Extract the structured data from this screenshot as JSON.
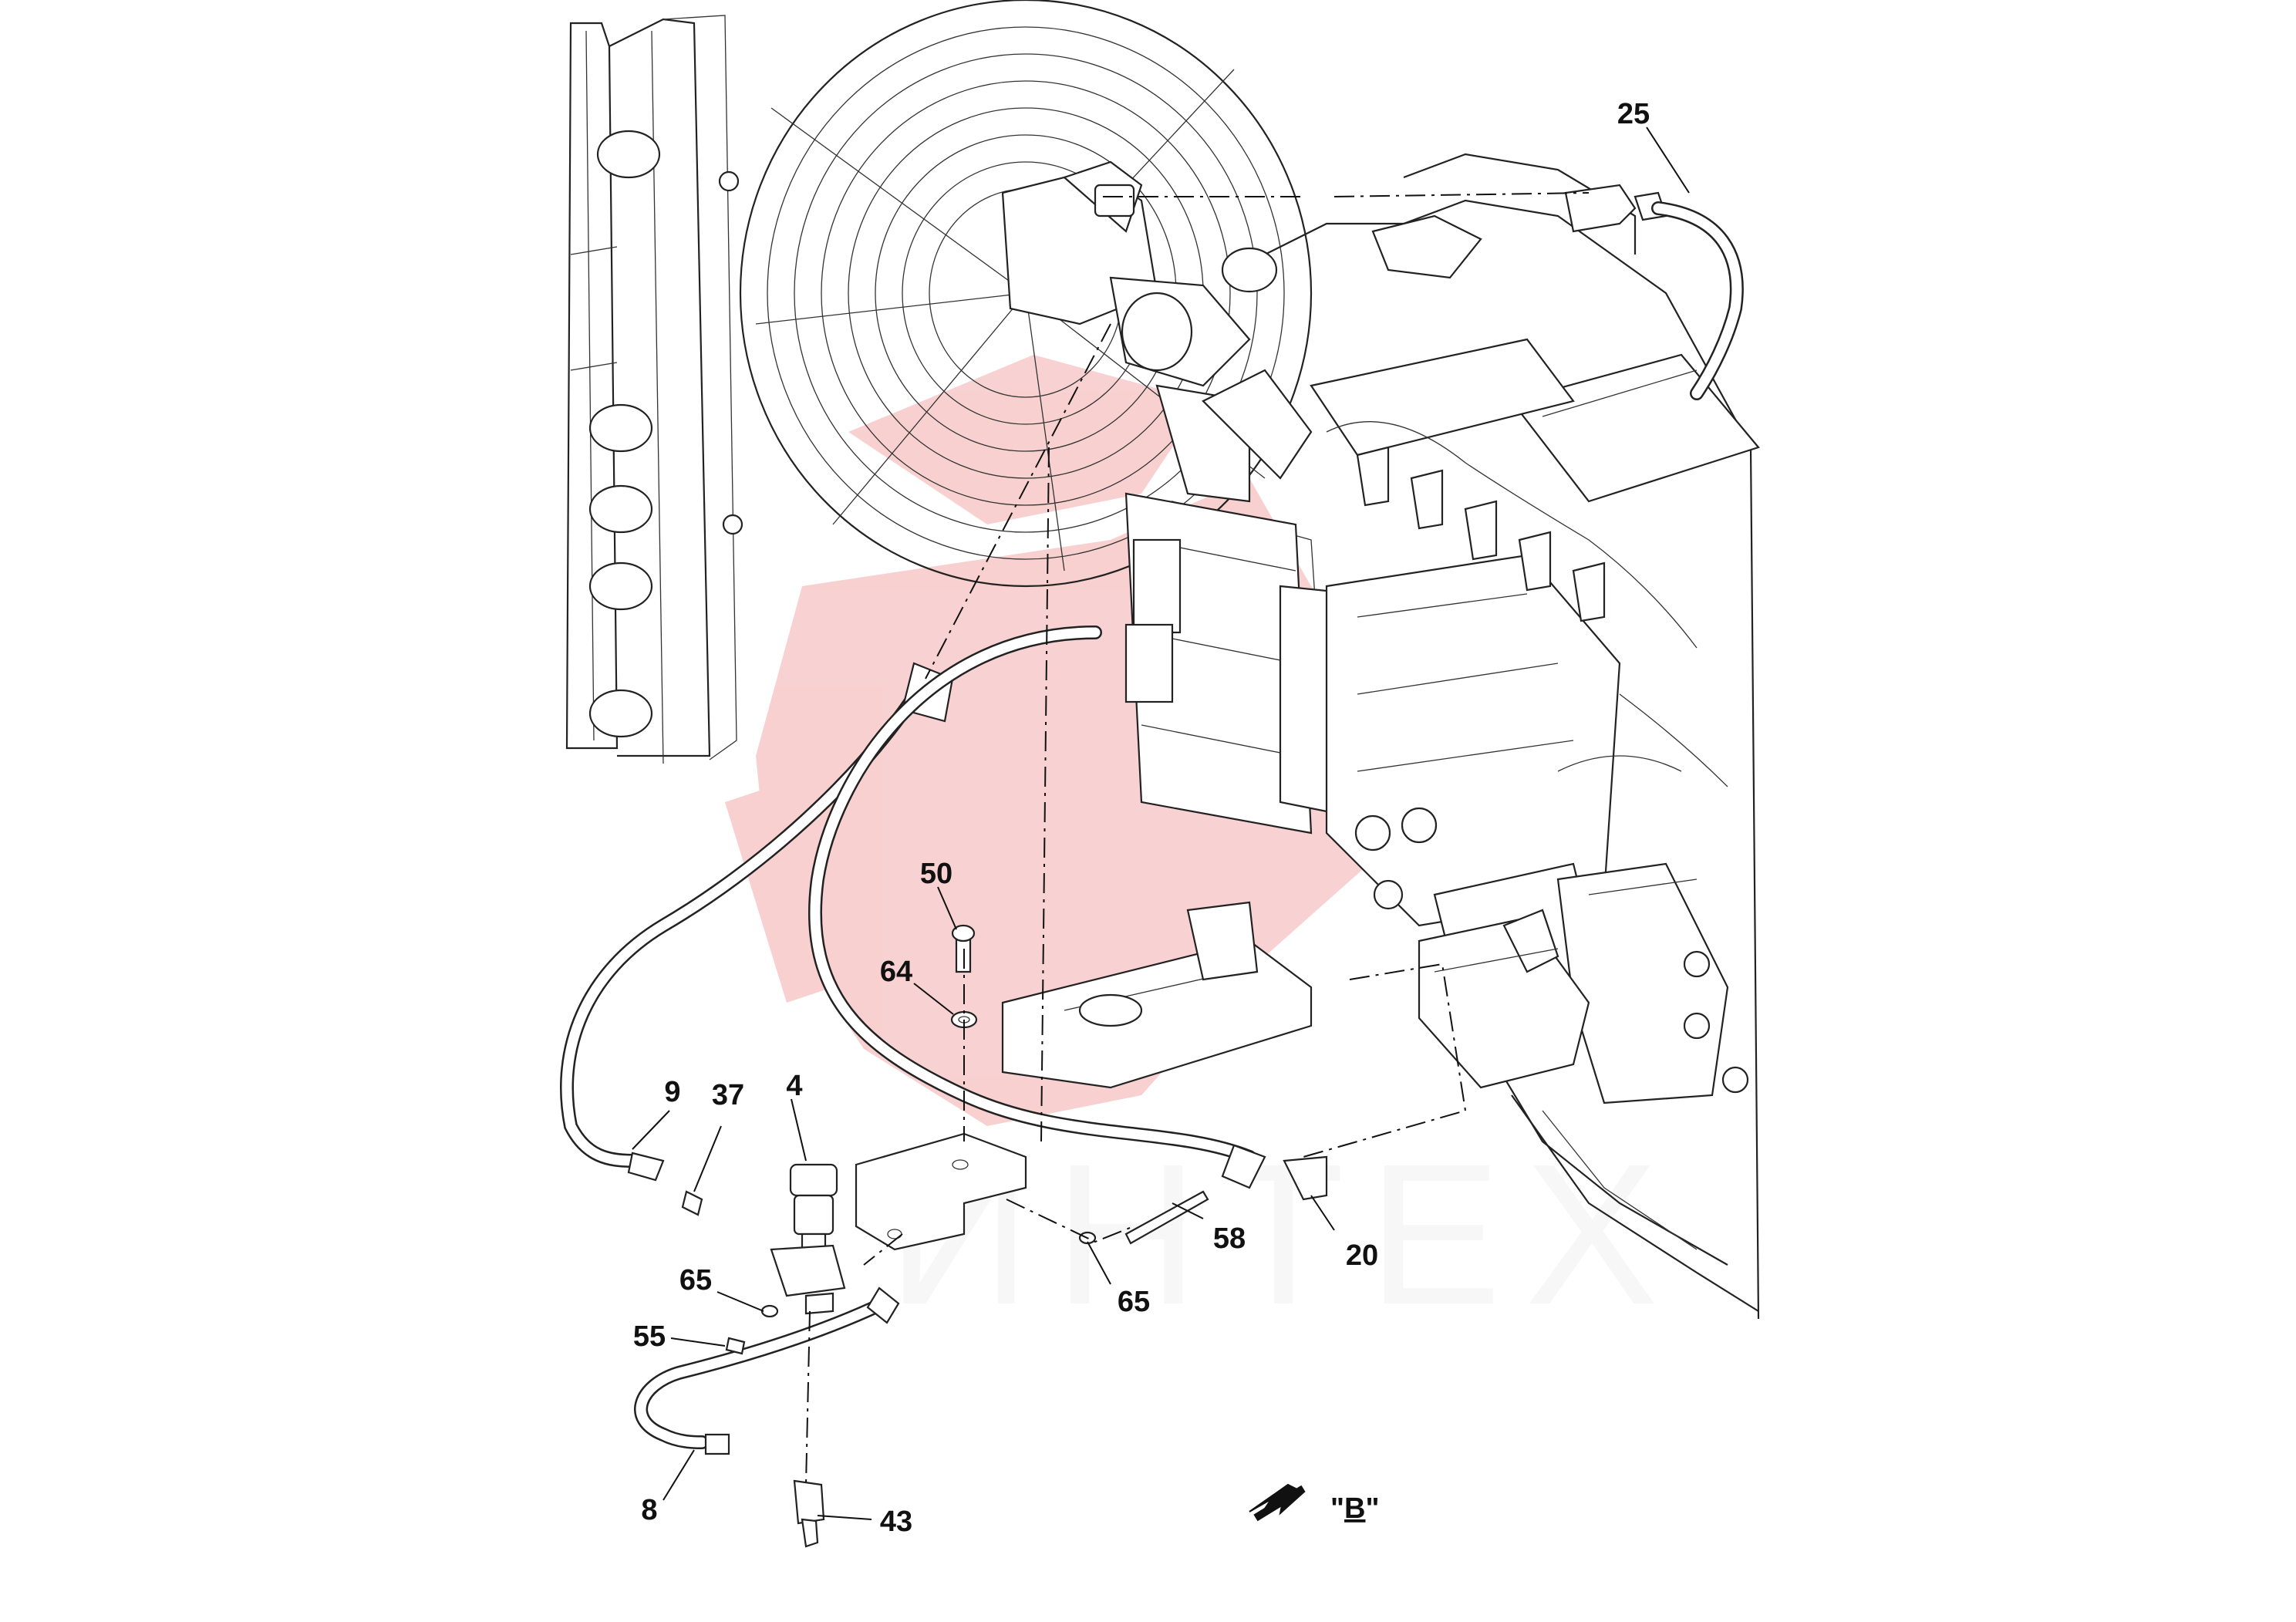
{
  "diagram": {
    "callouts": [
      {
        "id": "25",
        "label": "25"
      },
      {
        "id": "50",
        "label": "50"
      },
      {
        "id": "64",
        "label": "64"
      },
      {
        "id": "4",
        "label": "4"
      },
      {
        "id": "9",
        "label": "9"
      },
      {
        "id": "37",
        "label": "37"
      },
      {
        "id": "58",
        "label": "58"
      },
      {
        "id": "20",
        "label": "20"
      },
      {
        "id": "65a",
        "label": "65"
      },
      {
        "id": "65b",
        "label": "65"
      },
      {
        "id": "55",
        "label": "55"
      },
      {
        "id": "8",
        "label": "8"
      },
      {
        "id": "43",
        "label": "43"
      }
    ],
    "view_label": {
      "prefix": "\"",
      "letter": "B",
      "suffix": "\""
    },
    "watermark": {
      "text": "ИНТЕХ",
      "logo": "red-gear-watermark",
      "color": "#e03030"
    }
  }
}
